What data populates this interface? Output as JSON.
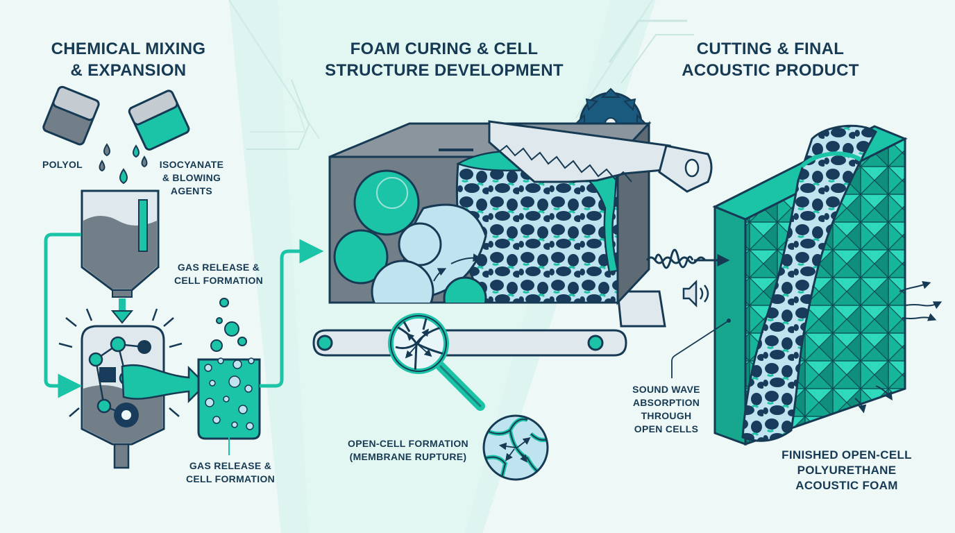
{
  "panels": [
    {
      "title_line1": "CHEMICAL MIXING",
      "title_line2": "& EXPANSION"
    },
    {
      "title_line1": "FOAM CURING & CELL",
      "title_line2": "STRUCTURE DEVELOPMENT"
    },
    {
      "title_line1": "CUTTING & FINAL",
      "title_line2": "ACOUSTIC PRODUCT"
    }
  ],
  "labels": {
    "polyol": "POLYOL",
    "isocyanate_line1": "ISOCYANATE",
    "isocyanate_line2": "& BLOWING",
    "isocyanate_line3": "AGENTS",
    "gas_upper_line1": "GAS RELEASE &",
    "gas_upper_line2": "CELL FORMATION",
    "gas_lower_line1": "GAS RELEASE &",
    "gas_lower_line2": "CELL FORMATION",
    "open_cell_line1": "OPEN-CELL FORMATION",
    "open_cell_line2": "(MEMBRANE RUPTURE)",
    "sound_line1": "SOUND WAVE",
    "sound_line2": "ABSORPTION",
    "sound_line3": "THROUGH",
    "sound_line4": "OPEN CELLS",
    "finished_line1": "FINISHED OPEN-CELL",
    "finished_line2": "POLYURETHANE",
    "finished_line3": "ACOUSTIC FOAM"
  },
  "colors": {
    "ink": "#173a54",
    "teal": "#1cc4a7",
    "gray": "#737f88",
    "light_blue": "#bfe3ef",
    "navy": "#1a3c5c",
    "background": "#eef8f6"
  }
}
